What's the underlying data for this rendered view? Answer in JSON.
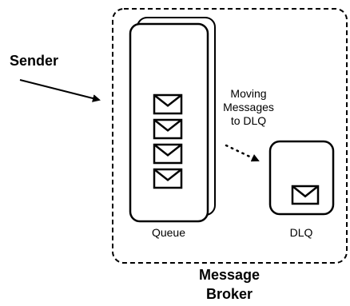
{
  "sender": {
    "label": "Sender"
  },
  "broker": {
    "label_line1": "Message",
    "label_line2": "Broker"
  },
  "queue": {
    "label": "Queue",
    "message_count": 4,
    "message_icon": "envelope-icon"
  },
  "dlq": {
    "label": "DLQ",
    "message_count": 1,
    "message_icon": "envelope-icon"
  },
  "flow": {
    "label_line1": "Moving",
    "label_line2": "Messages",
    "label_line3": "to DLQ"
  }
}
